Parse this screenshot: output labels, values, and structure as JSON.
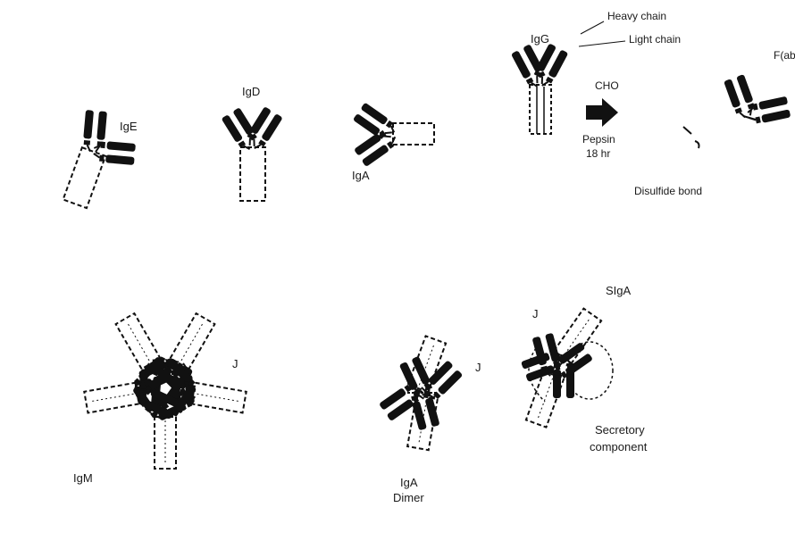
{
  "colors": {
    "ink": "#111111",
    "paper": "#ffffff"
  },
  "top_row": {
    "ige_label": "IgE",
    "igd_label": "IgD",
    "iga_label": "IgA",
    "igg_label": "IgG",
    "heavy_chain_label": "Heavy chain",
    "light_chain_label": "Light chain",
    "cho_label": "CHO",
    "pepsin_label": "Pepsin",
    "pepsin_time_label": "18 hr",
    "disulfide_label": "Disulfide bond",
    "fragment_label": "F(ab')"
  },
  "bottom_row": {
    "igm_label": "IgM",
    "igm_j_label": "J",
    "iga_dimer_label_line1": "IgA",
    "iga_dimer_label_line2": "Dimer",
    "iga_dimer_j_label": "J",
    "siga_label": "SIgA",
    "siga_j_label": "J",
    "secretory_label_line1": "Secretory",
    "secretory_label_line2": "component"
  },
  "icons": {
    "arrow": "right-arrow-icon"
  }
}
